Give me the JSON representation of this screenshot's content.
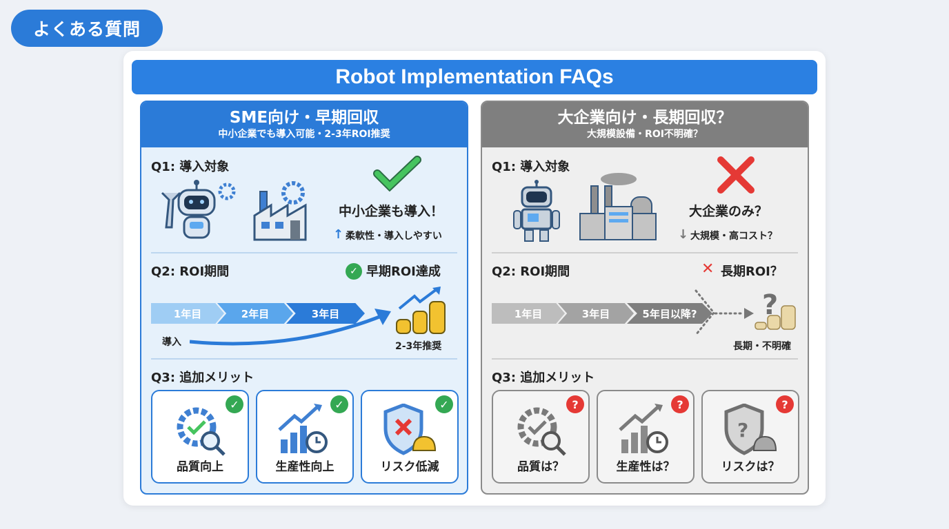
{
  "badge": {
    "label": "よくある質問"
  },
  "title": "Robot Implementation FAQs",
  "colors": {
    "primary": "#2b7bd8",
    "title_bar": "#2b80e2",
    "gray_header": "#7f7f7f",
    "success": "#34a853",
    "danger": "#e53935",
    "coin": "#f2c230"
  },
  "left": {
    "title": "SME向け・早期回収",
    "subtitle": "中小企業でも導入可能・2-3年ROI推奨",
    "q1": {
      "label": "Q1: 導入対象",
      "verdict_icon": "check-icon",
      "headline": "中小企業も導入！",
      "note_icon": "arrow-up-icon",
      "note": "柔軟性・導入しやすい"
    },
    "q2": {
      "label": "Q2: ROI期間",
      "status_icon": "check-circle-icon",
      "status": "早期ROI達成",
      "steps": [
        "1年目",
        "2年目",
        "3年目"
      ],
      "start_label": "導入",
      "result_label": "2-3年推奨"
    },
    "q3": {
      "label": "Q3: 追加メリット",
      "tiles": [
        {
          "label": "品質向上",
          "icon": "gear-check-magnifier-icon",
          "mark": "✓"
        },
        {
          "label": "生産性向上",
          "icon": "bar-chart-clock-icon",
          "mark": "✓"
        },
        {
          "label": "リスク低減",
          "icon": "shield-x-hardhat-icon",
          "mark": "✓"
        }
      ]
    }
  },
  "right": {
    "title": "大企業向け・長期回収？",
    "subtitle": "大規模設備・ROI不明確？",
    "q1": {
      "label": "Q1: 導入対象",
      "verdict_icon": "x-icon",
      "headline": "大企業のみ？",
      "note_icon": "arrow-down-icon",
      "note": "大規模・高コスト？"
    },
    "q2": {
      "label": "Q2: ROI期間",
      "status_icon": "x-icon",
      "status": "長期ROI？",
      "steps": [
        "1年目",
        "3年目",
        "5年目以降?"
      ],
      "result_label": "長期・不明確"
    },
    "q3": {
      "label": "Q3: 追加メリット",
      "tiles": [
        {
          "label": "品質は？",
          "icon": "gear-question-magnifier-icon",
          "mark": "?"
        },
        {
          "label": "生産性は？",
          "icon": "bar-chart-clock-icon",
          "mark": "?"
        },
        {
          "label": "リスクは？",
          "icon": "shield-question-hardhat-icon",
          "mark": "?"
        }
      ]
    }
  }
}
